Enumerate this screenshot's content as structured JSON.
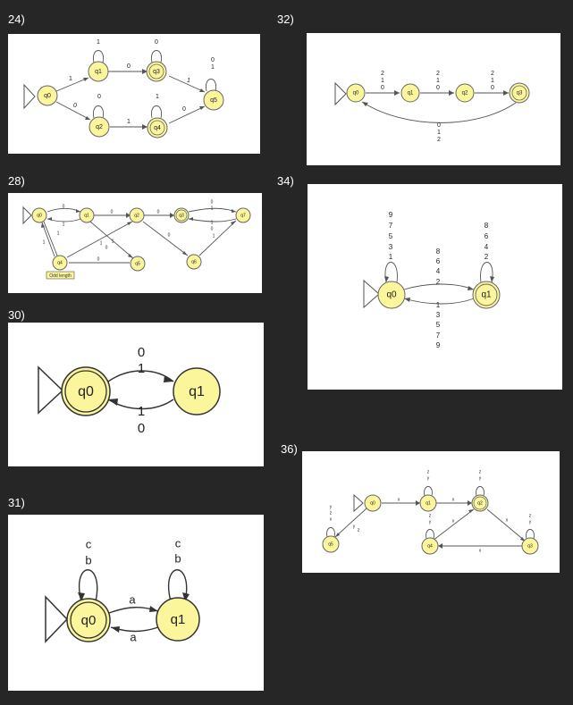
{
  "problem_numbers": [
    "24)",
    "32)",
    "28)",
    "34)",
    "30)",
    "31)",
    "36)"
  ],
  "diagrams": {
    "d24": {
      "states": [
        "q0",
        "q1",
        "q2",
        "q3",
        "q4",
        "q5"
      ],
      "labels": [
        "1",
        "0",
        "1",
        "0",
        "0",
        "1",
        "0",
        "0",
        "1",
        "0",
        "1",
        "1"
      ],
      "loop_q5": [
        "0",
        "1"
      ]
    },
    "d32": {
      "states": [
        "q0",
        "q1",
        "q2",
        "q3"
      ],
      "edge_labels": [
        [
          "2",
          "1",
          "0"
        ],
        [
          "2",
          "1",
          "0"
        ],
        [
          "2",
          "1",
          "0"
        ],
        [
          "0",
          "1",
          "2"
        ]
      ]
    },
    "d28": {
      "states": [
        "q0",
        "q1",
        "q2",
        "q3",
        "q4",
        "q5",
        "q6",
        "q7"
      ],
      "labels": [
        "0",
        "1",
        "0",
        "0",
        "0",
        "1",
        "1",
        "1",
        "0",
        "1",
        "0",
        "1",
        "1",
        "0",
        "0"
      ],
      "note": "Odd length"
    },
    "d34": {
      "states": [
        "q0",
        "q1"
      ],
      "loop_q0": [
        "9",
        "7",
        "5",
        "3",
        "1"
      ],
      "loop_q1": [
        "8",
        "6",
        "4",
        "2"
      ],
      "top_edge": [
        "8",
        "6",
        "4",
        "2"
      ],
      "bottom_edge": [
        "1",
        "3",
        "5",
        "7",
        "9"
      ]
    },
    "d30": {
      "states": [
        "q0",
        "q1"
      ],
      "top_edge": [
        "0",
        "1"
      ],
      "bottom_edge": [
        "1",
        "0"
      ]
    },
    "d31": {
      "states": [
        "q0",
        "q1"
      ],
      "loop_q0": [
        "c",
        "b"
      ],
      "loop_q1": [
        "c",
        "b"
      ],
      "top_edge": "a",
      "bottom_edge": "a"
    },
    "d36": {
      "states": [
        "q0",
        "q1",
        "q2",
        "q3",
        "q4",
        "q5"
      ],
      "loop_q5": [
        "y",
        "z",
        "x"
      ],
      "loop_q1": [
        "z",
        "y"
      ],
      "loop_q2": [
        "z",
        "y"
      ],
      "loop_q4": [
        "z",
        "y"
      ],
      "loop_q3": [
        "z",
        "y"
      ],
      "x_labels": [
        "x",
        "x",
        "x",
        "x",
        "x"
      ],
      "z_labels": [
        "y",
        "z"
      ]
    }
  }
}
